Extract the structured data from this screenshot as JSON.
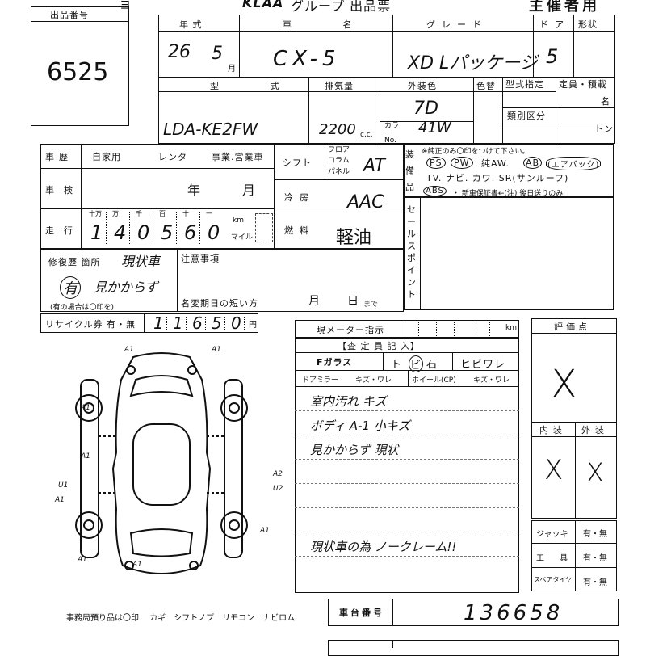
{
  "header": {
    "logo": "KLAA",
    "title": "グループ 出品票",
    "owner_label": "主催者用",
    "corner_mark": "ヨ"
  },
  "lot": {
    "label": "出品番号",
    "number": "6525"
  },
  "row1": {
    "year_label": "年 式",
    "year_value": "26",
    "month_value": "5",
    "month_unit": "月",
    "model_label": "車 名",
    "model_value": "CX-5",
    "grade_label": "グレード",
    "grade_value": "XD Lパッケージ",
    "doors_label": "ドア",
    "doors_value": "5",
    "shape_label": "形状"
  },
  "row2": {
    "type_label": "型 式",
    "type_value": "LDA-KE2FW",
    "displacement_label": "排気量",
    "displacement_value": "2200",
    "cc": "c.c.",
    "exterior_label": "外装色",
    "exterior_value": "7D",
    "color_no_label": "カラー No.",
    "color_no_value": "41W",
    "color_rank_label": "色替",
    "type_designation_label": "型式指定",
    "class_label": "類別区分",
    "capacity_label": "定員・積載",
    "persons_unit": "名",
    "tons_unit": "トン"
  },
  "history": {
    "label": "車歴",
    "private": "自家用",
    "rental": "レンタ",
    "business": "事業.営業車",
    "inspection_label": "車検",
    "inspection_year": "年",
    "inspection_month": "月",
    "mileage_label": "走行",
    "digit_units": [
      "十万",
      "万",
      "千",
      "百",
      "十",
      "一"
    ],
    "mileage_digits": [
      "1",
      "4",
      "0",
      "5",
      "6",
      "0"
    ],
    "km": "km",
    "miles": "マイル"
  },
  "shift": {
    "label": "シフト",
    "options": [
      "フロア",
      "コラム",
      "パネル"
    ],
    "value": "AT"
  },
  "ac": {
    "label": "冷房",
    "value": "AAC"
  },
  "fuel": {
    "label": "燃料",
    "value": "軽油"
  },
  "equipment": {
    "label": "装備品",
    "note": "※純正のみ〇印をつけて下さい。",
    "line1": [
      "PS",
      "PW",
      "純AW.",
      "AB",
      "(エアバック)"
    ],
    "line2": "TV. ナビ. カワ. SR(サンルーフ)",
    "line3_abs": "ABS",
    "line3_rest": "・ 新車保証書←(注) 後日送りのみ"
  },
  "sales_point": {
    "label": "セールスポイント"
  },
  "repair": {
    "label": "修復歴 箇所",
    "handwritten_place": "現状車",
    "has_mark": "有",
    "handwritten_note": "見かからず",
    "note": "(有の場合は〇印を)"
  },
  "notes": {
    "label": "注意事項",
    "deadline_label": "名変期日の短い方",
    "month": "月",
    "day": "日",
    "until": "まで"
  },
  "recycle": {
    "label": "リサイクル券 有・無",
    "digits": [
      "1",
      "1",
      "6",
      "5",
      "0"
    ],
    "unit": "円"
  },
  "meter": {
    "label": "現メーター指示",
    "unit": "km"
  },
  "inspector": {
    "header": "【査 定 員 記 入】",
    "windshield_label": "Fガラス",
    "windshield_items": [
      "ト",
      "ビ",
      "石",
      "ヒビワレ"
    ],
    "mirror_label": "ドアミラー",
    "mirror_items": "キズ・ワレ",
    "wheel_label": "ホイール(CP)",
    "wheel_items": "キズ・ワレ",
    "lines": [
      "室内汚れ キズ",
      "ボディ A-1 小キズ",
      "見かからず 現状",
      "",
      "",
      "",
      "現状車の為 ノークレーム!!"
    ]
  },
  "ratings": {
    "label": "評価点",
    "overall_value": "X",
    "interior_label": "内装",
    "exterior_label": "外装",
    "interior_value": "X",
    "exterior_value": "X"
  },
  "tools": {
    "jack_label": "ジャッキ",
    "tools_label": "工 具",
    "spare_label": "スペアタイヤ",
    "choice": "有・無"
  },
  "diagram": {
    "marks": [
      "A1",
      "A1",
      "A1",
      "A1",
      "U1",
      "A1",
      "A2",
      "U2",
      "A1",
      "A1",
      "A1"
    ]
  },
  "footer": {
    "items_note": "事務局預り品は〇印　 カギ　シフトノブ　リモコン　ナビロム",
    "chassis_label": "車台番号",
    "chassis_value": "136658"
  }
}
